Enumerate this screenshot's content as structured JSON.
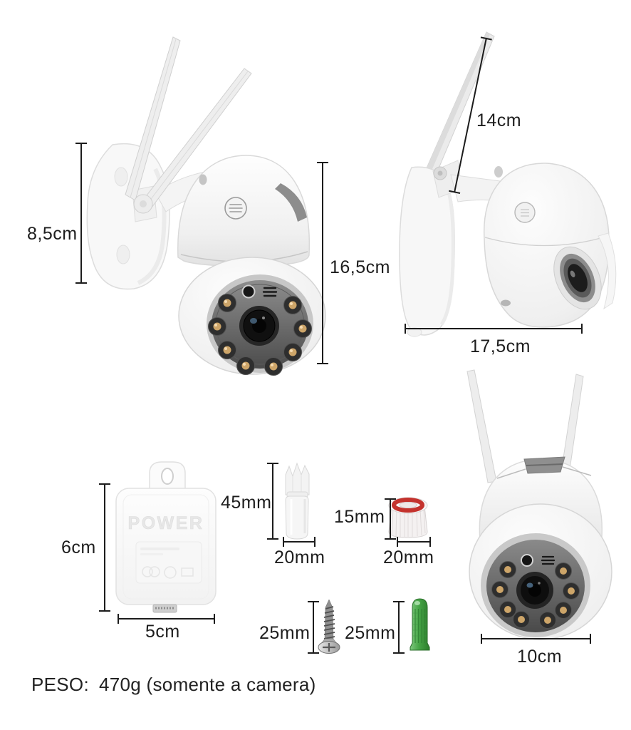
{
  "measurements": {
    "front_view": {
      "bracket_height": "8,5cm",
      "total_height": "16,5cm"
    },
    "side_view": {
      "antenna_length": "14cm",
      "depth": "17,5cm"
    },
    "power_adapter": {
      "height": "6cm",
      "width": "5cm"
    },
    "wall_plug": {
      "height": "45mm",
      "width": "20mm"
    },
    "sealing_cap": {
      "height": "15mm",
      "width": "20mm"
    },
    "screw": {
      "length": "25mm"
    },
    "wall_anchor": {
      "length": "25mm"
    },
    "standing_view": {
      "width": "10cm"
    }
  },
  "power_adapter": {
    "embossed_label": "POWER"
  },
  "footer": {
    "weight_label": "PESO:",
    "weight_note": "470g (somente a camera)"
  },
  "colors": {
    "background": "#ffffff",
    "measure_line": "#1c1c1c",
    "label_text": "#1d1d1d",
    "camera_body": "#f4f4f4",
    "ir_led_amber": "#cda569",
    "cap_seal_red": "#c4332e",
    "anchor_green": "#3fa643"
  }
}
